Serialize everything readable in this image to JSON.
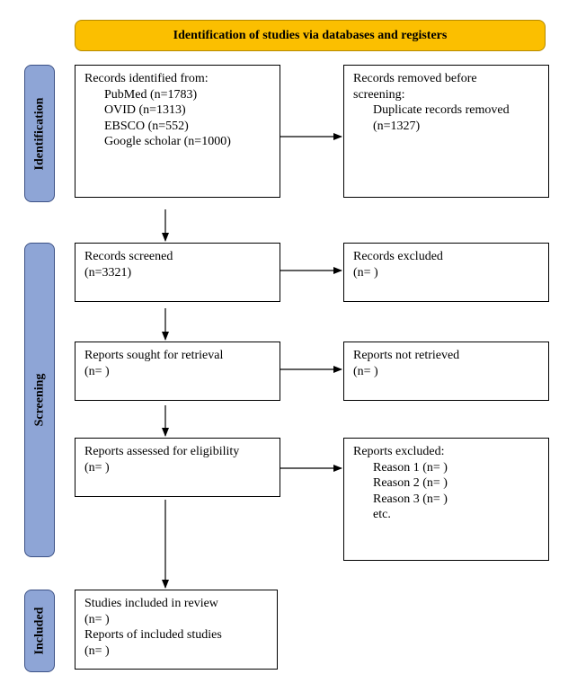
{
  "header": {
    "title": "Identification of studies via databases and registers"
  },
  "phases": {
    "identification": "Identification",
    "screening": "Screening",
    "included": "Included"
  },
  "boxes": {
    "records_identified": {
      "title": "Records identified from:",
      "items": [
        "PubMed (n=1783)",
        "OVID (n=1313)",
        "EBSCO (n=552)",
        "Google scholar (n=1000)"
      ]
    },
    "records_removed": {
      "title_line1": "Records removed before",
      "title_line2": "screening:",
      "items": [
        "Duplicate records removed",
        "(n=1327)"
      ]
    },
    "records_screened": {
      "title": "Records screened",
      "count": "(n=3321)"
    },
    "records_excluded": {
      "title": "Records excluded",
      "count": "(n= )"
    },
    "reports_sought": {
      "title": "Reports sought for retrieval",
      "count": "(n= )"
    },
    "reports_not_retrieved": {
      "title": "Reports not retrieved",
      "count": "(n= )"
    },
    "reports_assessed": {
      "title": "Reports assessed for eligibility",
      "count": "(n= )"
    },
    "reports_excluded": {
      "title": "Reports excluded:",
      "items": [
        "Reason 1 (n= )",
        "Reason 2 (n= )",
        "Reason 3 (n= )",
        "etc."
      ]
    },
    "studies_included": {
      "line1": "Studies included in review",
      "line2": "(n= )",
      "line3": "Reports of included studies",
      "line4": "(n= )"
    }
  },
  "colors": {
    "header_fill": "#fbbf00",
    "phase_fill": "#8ea5d6",
    "phase_border": "#3c5185"
  }
}
